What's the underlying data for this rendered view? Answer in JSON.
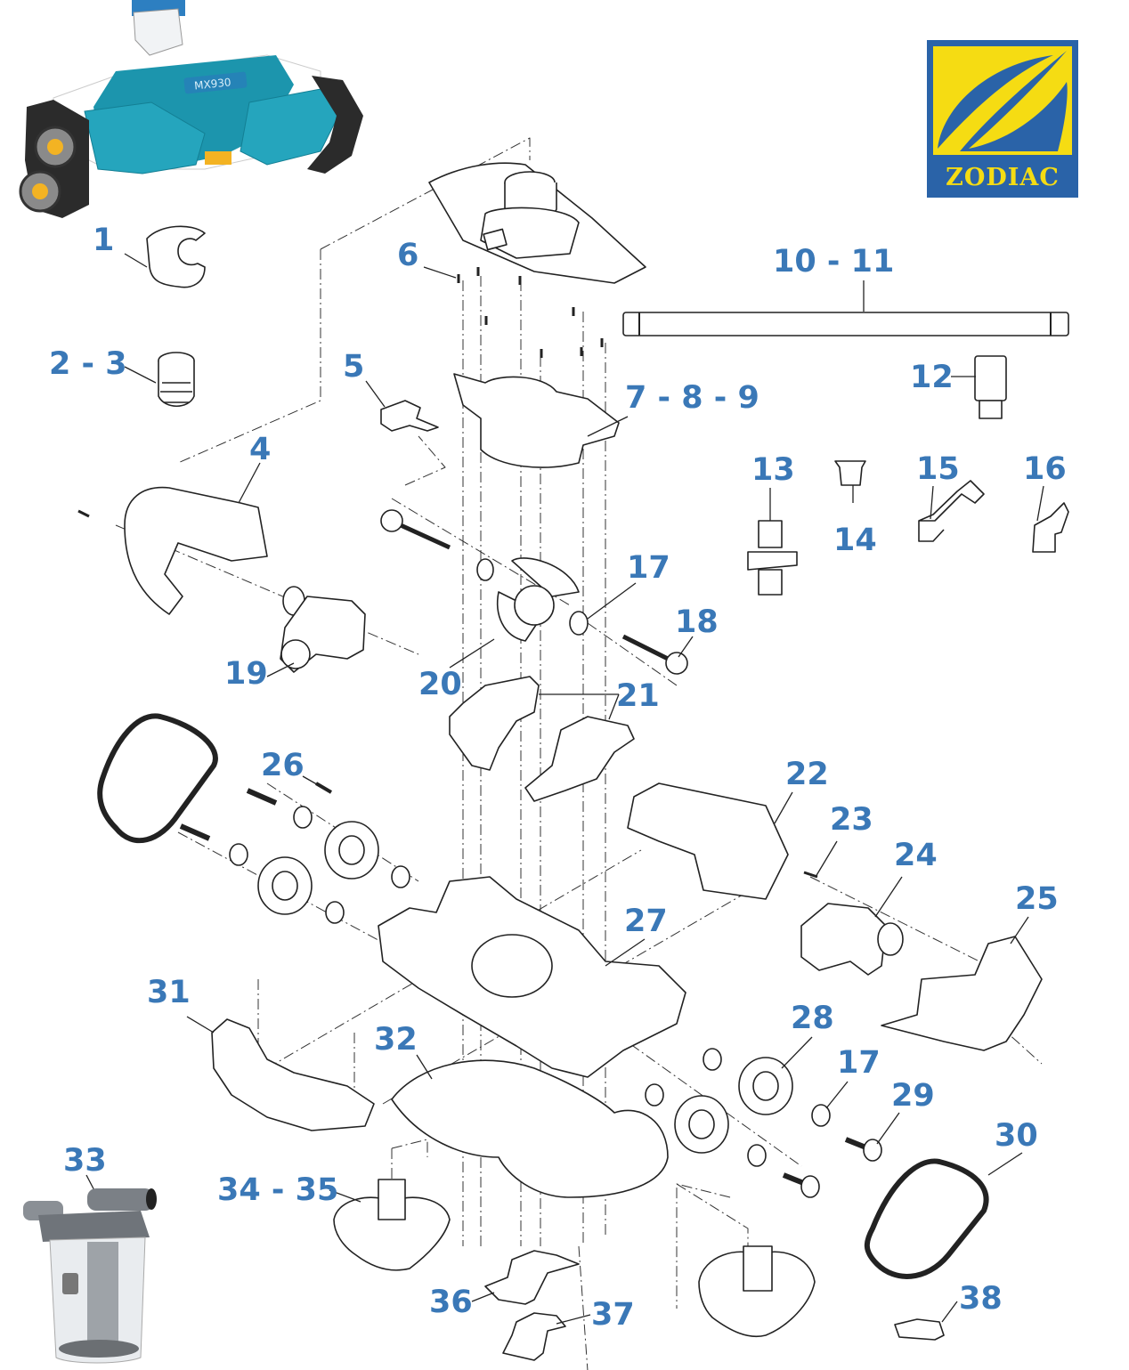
{
  "brand": {
    "name": "ZODIAC",
    "colors": {
      "logo_blue": "#2a63a8",
      "logo_yellow": "#f5dc13",
      "callout_blue": "#3a78b7"
    }
  },
  "product": {
    "model_badge": "MX930",
    "image_semantic": "pool-cleaner-robot-photo"
  },
  "callouts": [
    {
      "id": "c1",
      "text": "1",
      "part": "hose-cone"
    },
    {
      "id": "c2",
      "text": "2 - 3",
      "part": "swivel-connector"
    },
    {
      "id": "c4",
      "text": "4",
      "part": "left-side-cover"
    },
    {
      "id": "c5",
      "text": "5",
      "part": "clip"
    },
    {
      "id": "c6",
      "text": "6",
      "part": "screws"
    },
    {
      "id": "c7",
      "text": "7 - 8 - 9",
      "part": "upper-housing"
    },
    {
      "id": "c10",
      "text": "10 - 11",
      "part": "hose-section"
    },
    {
      "id": "c12",
      "text": "12",
      "part": "hose-connector"
    },
    {
      "id": "c13",
      "text": "13",
      "part": "regulator-valve"
    },
    {
      "id": "c14",
      "text": "14",
      "part": "cone-adapter"
    },
    {
      "id": "c15",
      "text": "15",
      "part": "elbow-45"
    },
    {
      "id": "c16",
      "text": "16",
      "part": "elbow-small"
    },
    {
      "id": "c17a",
      "text": "17",
      "part": "bearing"
    },
    {
      "id": "c18",
      "text": "18",
      "part": "drive-shaft"
    },
    {
      "id": "c19",
      "text": "19",
      "part": "left-gearbox"
    },
    {
      "id": "c20",
      "text": "20",
      "part": "turbine"
    },
    {
      "id": "c21",
      "text": "21",
      "part": "turbine-housing-halves"
    },
    {
      "id": "c22",
      "text": "22",
      "part": "right-front-cover"
    },
    {
      "id": "c23",
      "text": "23",
      "part": "screw"
    },
    {
      "id": "c24",
      "text": "24",
      "part": "right-gearbox"
    },
    {
      "id": "c25",
      "text": "25",
      "part": "right-side-cover"
    },
    {
      "id": "c26",
      "text": "26",
      "part": "pin"
    },
    {
      "id": "c27",
      "text": "27",
      "part": "chassis"
    },
    {
      "id": "c28",
      "text": "28",
      "part": "wheel"
    },
    {
      "id": "c17b",
      "text": "17",
      "part": "bearing"
    },
    {
      "id": "c29",
      "text": "29",
      "part": "axle"
    },
    {
      "id": "c30",
      "text": "30",
      "part": "track"
    },
    {
      "id": "c31",
      "text": "31",
      "part": "left-front-cover"
    },
    {
      "id": "c32",
      "text": "32",
      "part": "base-plate"
    },
    {
      "id": "c33",
      "text": "33",
      "part": "leaf-canister"
    },
    {
      "id": "c34",
      "text": "34 - 35",
      "part": "brush-skirt"
    },
    {
      "id": "c36",
      "text": "36",
      "part": "skirt-holder"
    },
    {
      "id": "c37",
      "text": "37",
      "part": "skirt-holder-lower"
    },
    {
      "id": "c38",
      "text": "38",
      "part": "scrubber-fin"
    }
  ]
}
